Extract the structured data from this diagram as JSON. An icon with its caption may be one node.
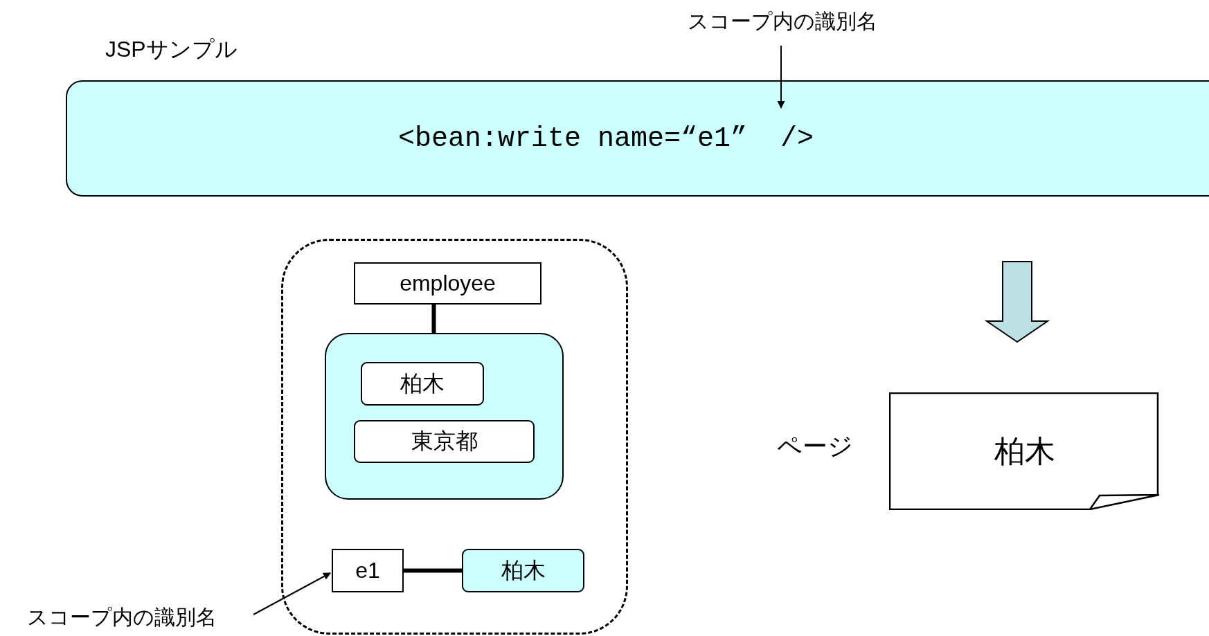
{
  "diagram": {
    "nodes": [
      {
        "text": [
          "スコープ内の識別名"
        ]
      },
      {
        "text": [
          "JSPサンプル",
          "<bean:write name=“e1”  />"
        ]
      },
      {
        "text": [],
        "shape": "box"
      },
      {
        "text": [
          "employee"
        ],
        "in": 2
      },
      {
        "text": [],
        "shape": "box",
        "in": 2
      },
      {
        "text": [
          "柏木"
        ],
        "in": 4
      },
      {
        "text": [
          "東京都"
        ],
        "in": 4
      },
      {
        "text": [
          "e1"
        ],
        "in": 2
      },
      {
        "text": [
          "柏木"
        ],
        "in": 2
      },
      {
        "text": [
          "スコープ内の識別名"
        ]
      },
      {
        "text": [
          "柏木"
        ],
        "beside": [
          "ページ"
        ]
      }
    ],
    "edges": [
      {
        "from": 0,
        "to": 1,
        "arrow": "to"
      },
      {
        "from": 3,
        "to": 4,
        "arrow": "none",
        "style": "thick"
      },
      {
        "from": 7,
        "to": 8,
        "arrow": "none",
        "style": "thick"
      },
      {
        "from": 9,
        "to": 7,
        "arrow": "to"
      },
      {
        "from": 1,
        "to": 10,
        "arrow": "to",
        "color": "#bde0e4"
      }
    ]
  }
}
